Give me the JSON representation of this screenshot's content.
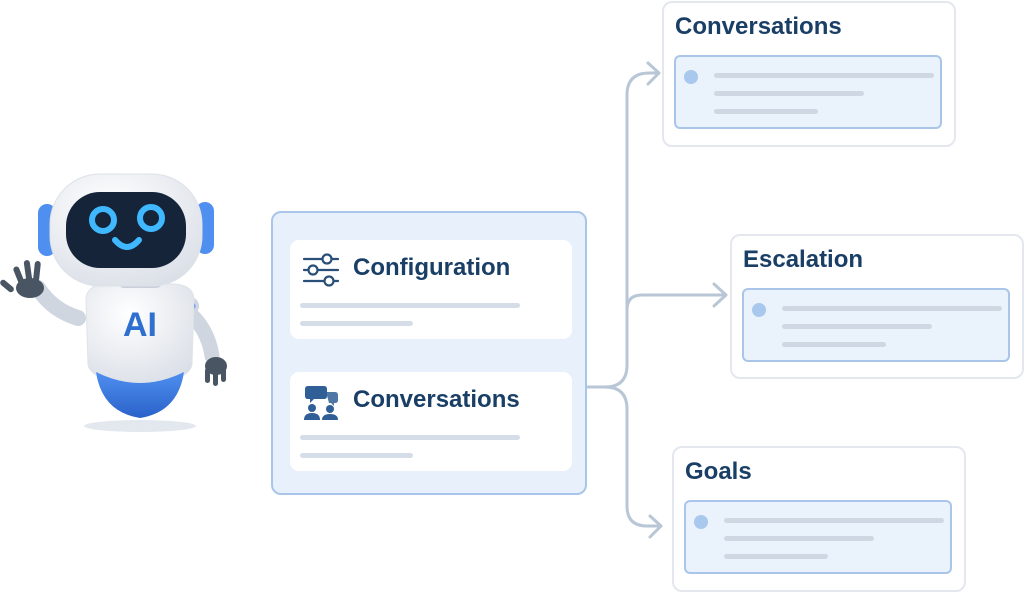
{
  "mascot": {
    "chest_text": "AI"
  },
  "hub": {
    "items": [
      {
        "label": "Configuration",
        "icon": "sliders-icon"
      },
      {
        "label": "Conversations",
        "icon": "people-chat-icon"
      }
    ]
  },
  "destinations": [
    {
      "title": "Conversations"
    },
    {
      "title": "Escalation"
    },
    {
      "title": "Goals"
    }
  ],
  "colors": {
    "heading": "#1a3f66",
    "accent": "#2f6fd0",
    "panel_bg": "#e7f0fb",
    "panel_border": "#a9c5ea",
    "connector": "#b8c6d6",
    "placeholder_line": "#d5dde8"
  }
}
